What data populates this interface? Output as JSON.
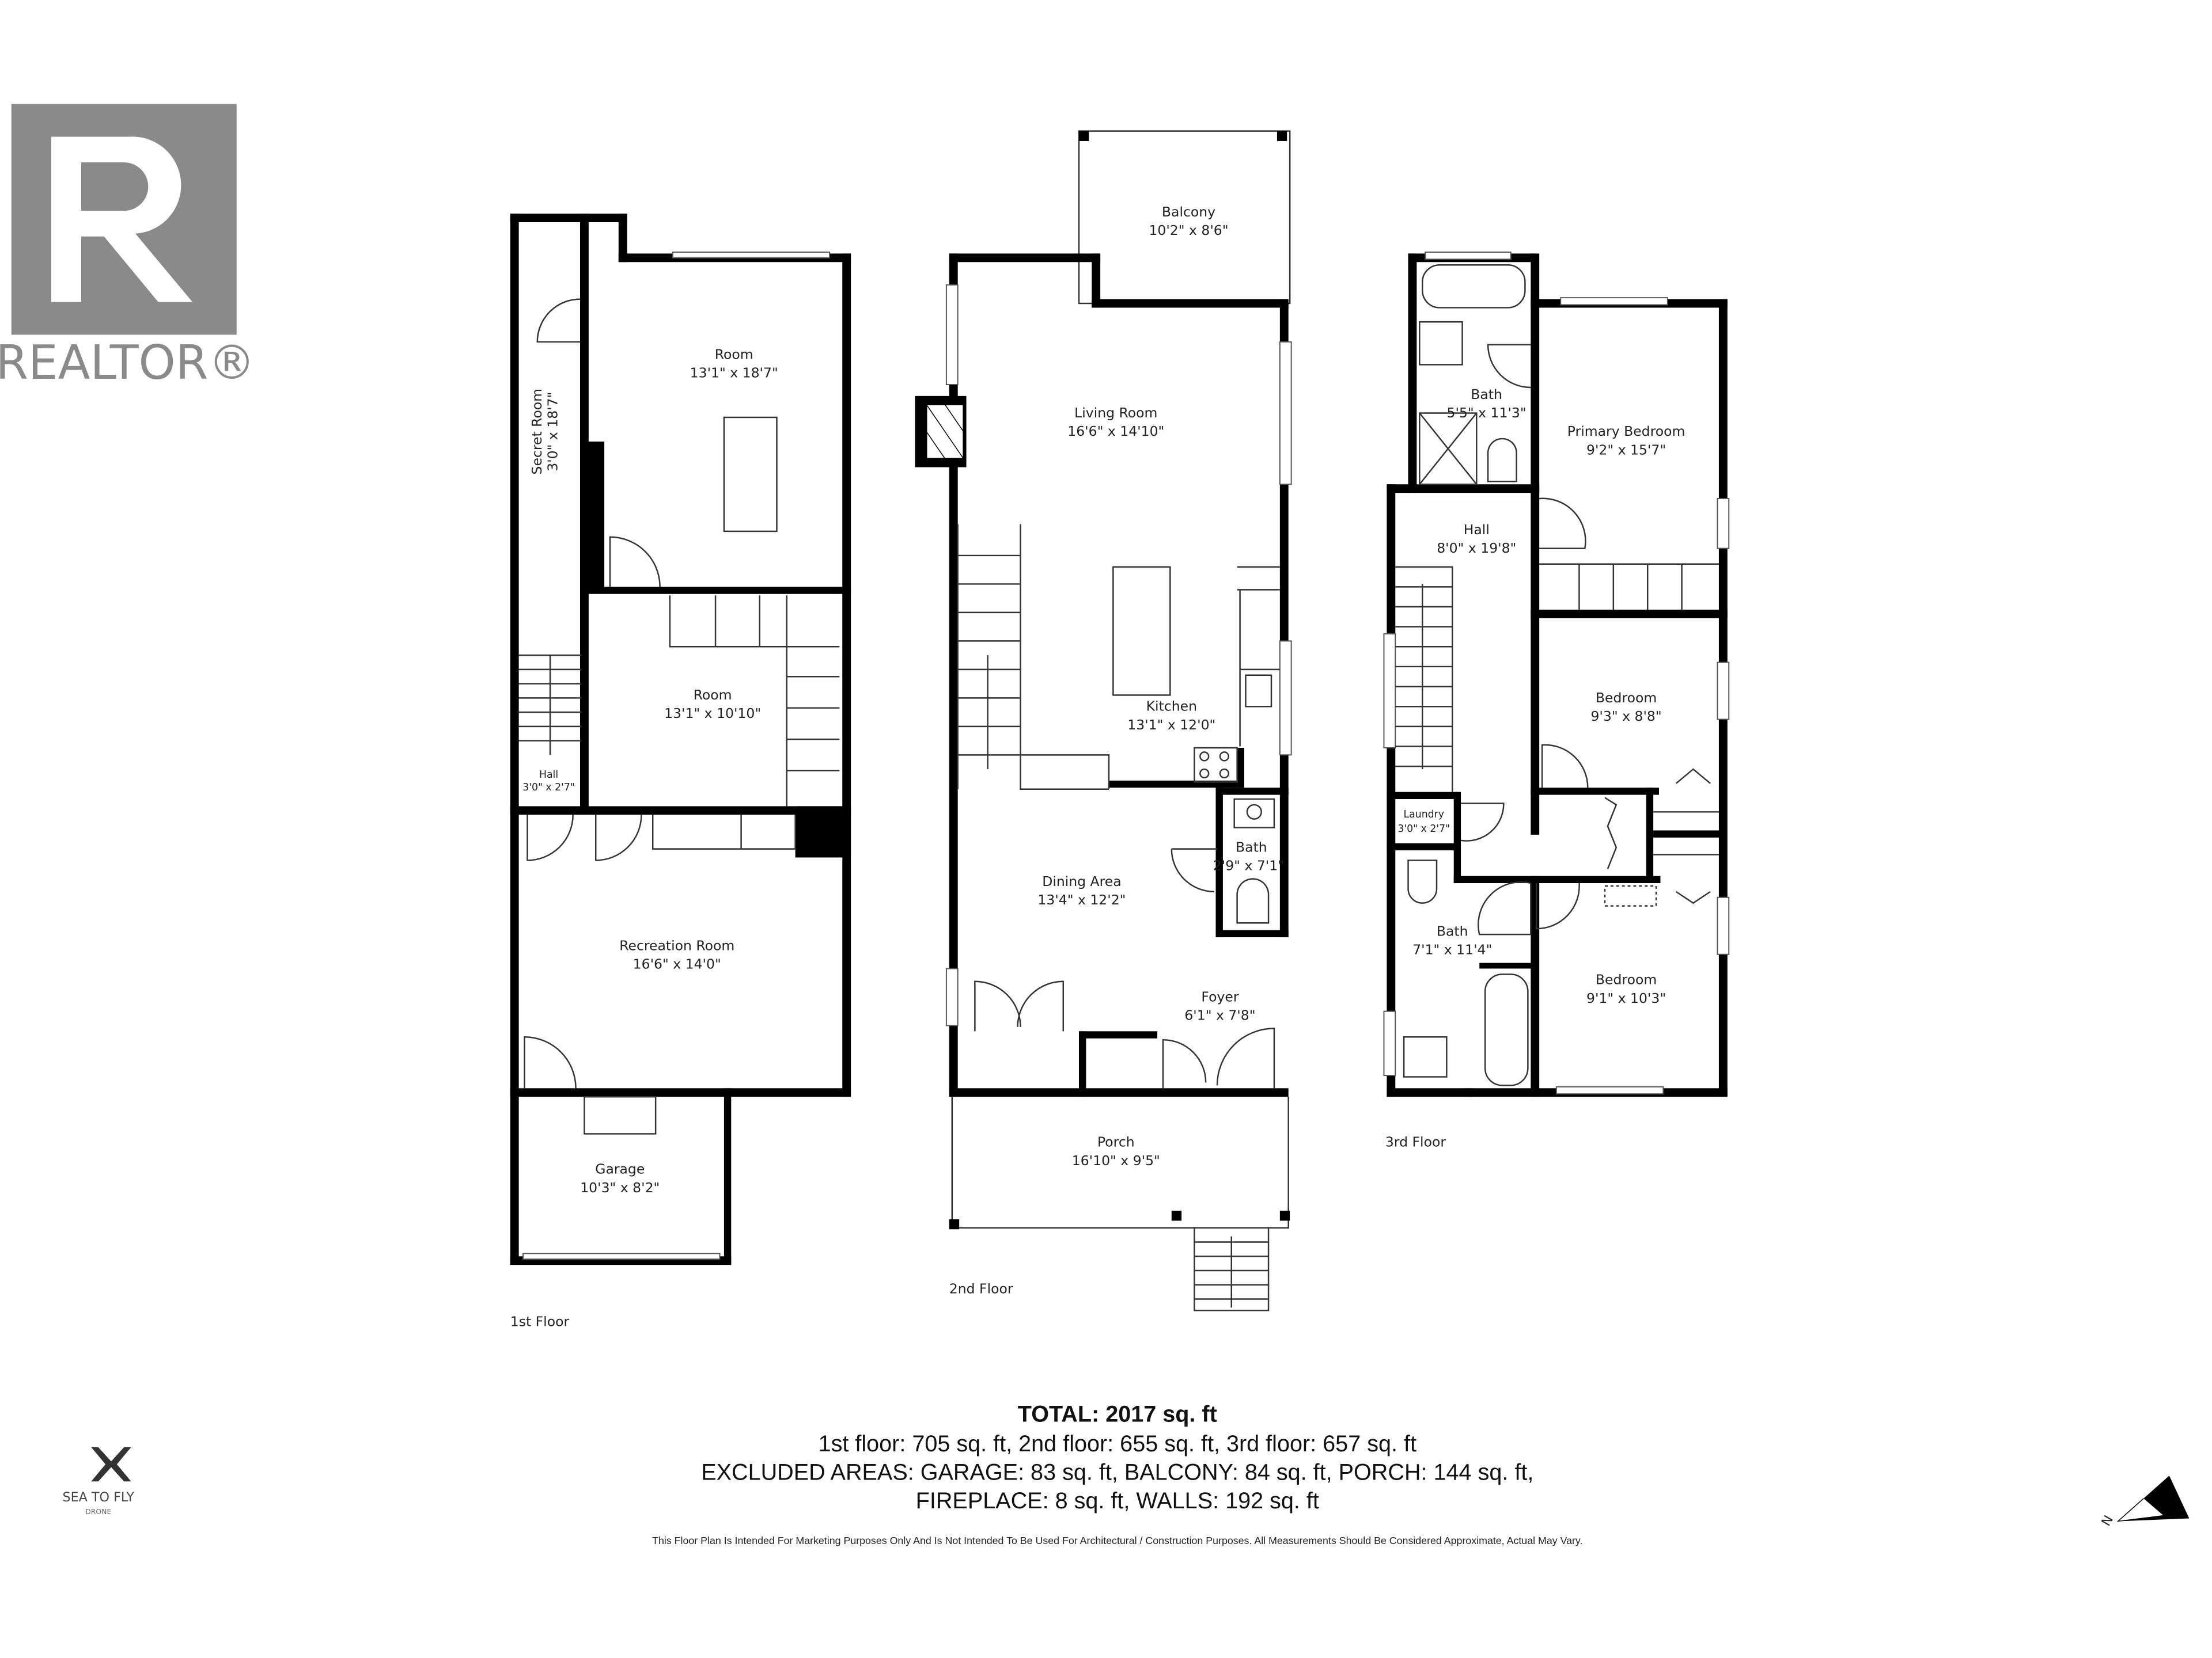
{
  "logos": {
    "realtor": "REALTOR®",
    "sea_to_fly": "SEA TO FLY",
    "sea_to_fly_sub": "DRONE"
  },
  "floor1": {
    "label": "1st Floor",
    "rooms": [
      {
        "name": "Room",
        "dims": "13'1\" x 18'7\""
      },
      {
        "name": "Secret Room",
        "dims": "3'0\" x 18'7\""
      },
      {
        "name": "Room",
        "dims": "13'1\" x 10'10\""
      },
      {
        "name": "Hall",
        "dims": "3'0\" x 2'7\""
      },
      {
        "name": "Recreation Room",
        "dims": "16'6\" x 14'0\""
      },
      {
        "name": "Garage",
        "dims": "10'3\" x 8'2\""
      }
    ]
  },
  "floor2": {
    "label": "2nd Floor",
    "rooms": [
      {
        "name": "Balcony",
        "dims": "10'2\" x 8'6\""
      },
      {
        "name": "Living Room",
        "dims": "16'6\" x 14'10\""
      },
      {
        "name": "Kitchen",
        "dims": "13'1\" x 12'0\""
      },
      {
        "name": "Bath",
        "dims": "2'9\" x 7'1\""
      },
      {
        "name": "Dining Area",
        "dims": "13'4\" x 12'2\""
      },
      {
        "name": "Foyer",
        "dims": "6'1\" x 7'8\""
      },
      {
        "name": "Porch",
        "dims": "16'10\" x 9'5\""
      }
    ]
  },
  "floor3": {
    "label": "3rd Floor",
    "rooms": [
      {
        "name": "Bath",
        "dims": "5'5\" x 11'3\""
      },
      {
        "name": "Primary Bedroom",
        "dims": "9'2\" x 15'7\""
      },
      {
        "name": "Hall",
        "dims": "8'0\" x 19'8\""
      },
      {
        "name": "Bedroom",
        "dims": "9'3\" x 8'8\""
      },
      {
        "name": "Laundry",
        "dims": "3'0\" x 2'7\""
      },
      {
        "name": "Bath",
        "dims": "7'1\" x 11'4\""
      },
      {
        "name": "Bedroom",
        "dims": "9'1\" x 10'3\""
      }
    ]
  },
  "summary": {
    "total": "TOTAL: 2017 sq. ft",
    "floors": "1st floor: 705 sq. ft, 2nd floor: 655 sq. ft, 3rd floor: 657 sq. ft",
    "excluded_1": "EXCLUDED AREAS: GARAGE: 83 sq. ft, BALCONY: 84 sq. ft, PORCH: 144 sq. ft,",
    "excluded_2": "FIREPLACE: 8 sq. ft, WALLS: 192 sq. ft",
    "disclaimer": "This Floor Plan Is Intended For Marketing Purposes Only And Is Not Intended To Be Used For Architectural / Construction Purposes. All Measurements Should Be Considered Approximate, Actual May Vary."
  },
  "compass": {
    "label": "N",
    "icon": "north-arrow-icon"
  },
  "colors": {
    "wall": "#000000",
    "logo_grey": "#8a8a8a"
  }
}
